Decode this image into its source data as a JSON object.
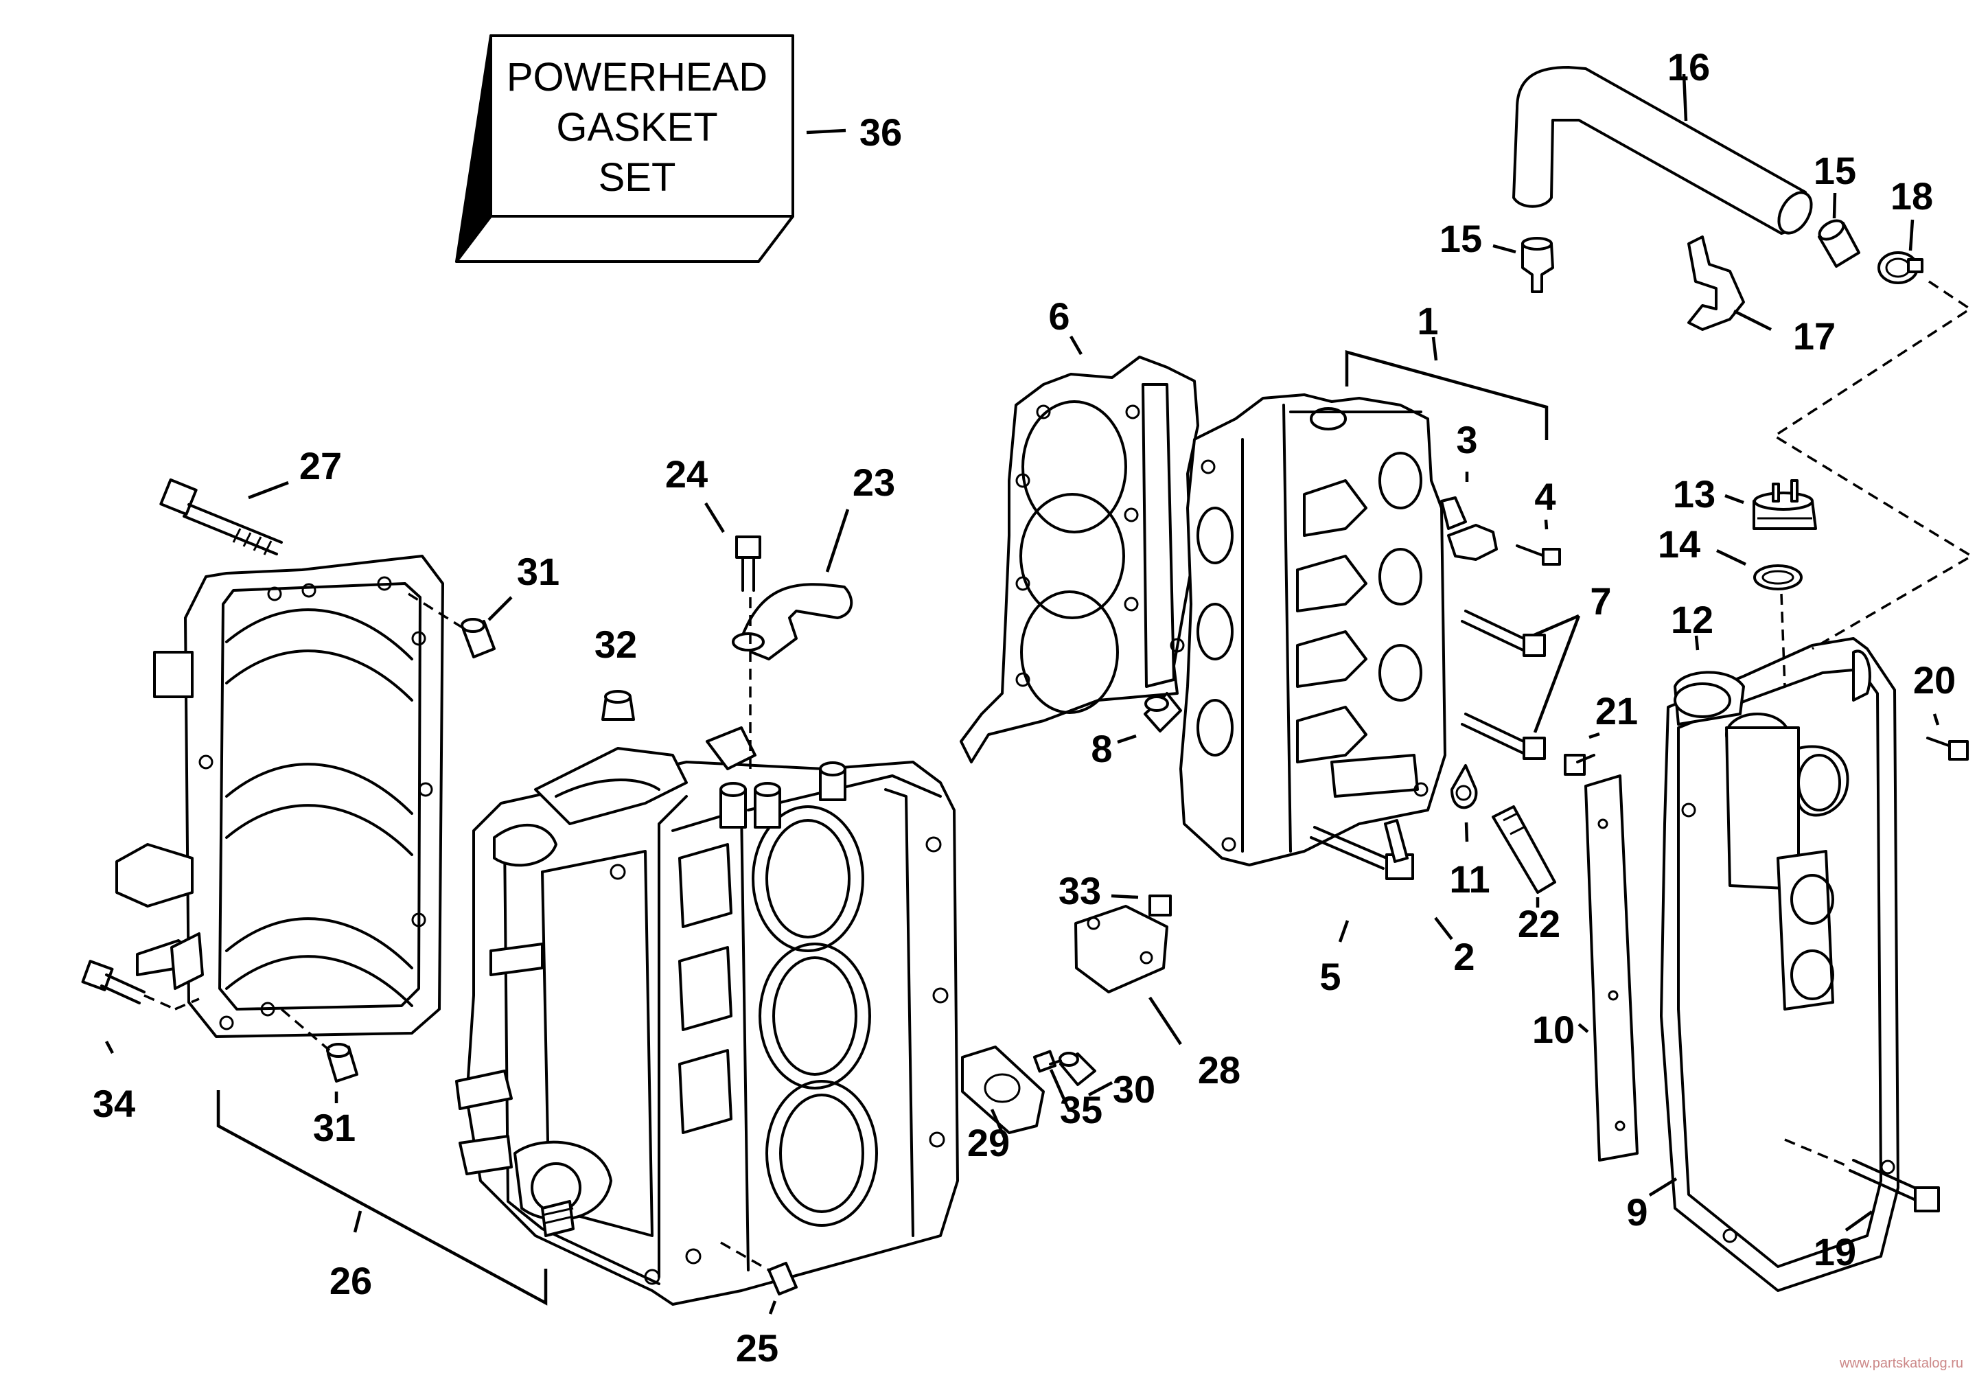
{
  "diagram": {
    "kit_box": {
      "lines": [
        "POWERHEAD",
        "GASKET",
        "SET"
      ],
      "callout": "36"
    },
    "callouts": {
      "c1": "1",
      "c2": "2",
      "c3": "3",
      "c4": "4",
      "c5": "5",
      "c6": "6",
      "c7": "7",
      "c8": "8",
      "c9": "9",
      "c10": "10",
      "c11": "11",
      "c12": "12",
      "c13": "13",
      "c14": "14",
      "c15a": "15",
      "c15b": "15",
      "c16": "16",
      "c17": "17",
      "c18": "18",
      "c19": "19",
      "c20": "20",
      "c21": "21",
      "c22": "22",
      "c23": "23",
      "c24": "24",
      "c25": "25",
      "c26": "26",
      "c27": "27",
      "c28": "28",
      "c29": "29",
      "c30": "30",
      "c31a": "31",
      "c31b": "31",
      "c32": "32",
      "c33": "33",
      "c34": "34",
      "c35": "35"
    },
    "watermark": "www.partskatalog.ru"
  }
}
